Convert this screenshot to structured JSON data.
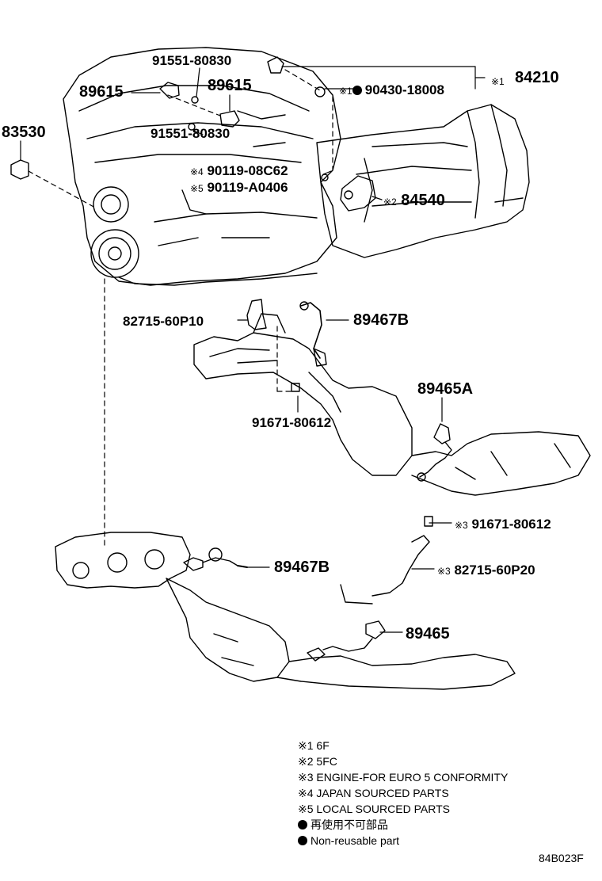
{
  "parts": {
    "p84210": "84210",
    "p90430": "90430-18008",
    "p90430_mark": "※1",
    "p84210_mark": "※1",
    "p91551a": "91551-80830",
    "p89615a": "89615",
    "p89615b": "89615",
    "p91551b": "91551-80830",
    "p83530": "83530",
    "p90119a": "90119-08C62",
    "p90119a_mark": "※4",
    "p90119b": "90119-A0406",
    "p90119b_mark": "※5",
    "p84540": "84540",
    "p84540_mark": "※2",
    "p82715a": "82715-60P10",
    "p89467b_top": "89467B",
    "p89465a": "89465A",
    "p91671a": "91671-80612",
    "p91671b": "91671-80612",
    "p91671b_mark": "※3",
    "p82715b": "82715-60P20",
    "p82715b_mark": "※3",
    "p89467b_bot": "89467B",
    "p89465": "89465"
  },
  "legend": {
    "n1": "※1  6F",
    "n2": "※2  5FC",
    "n3": "※3  ENGINE-FOR EURO 5 CONFORMITY",
    "n4": "※4  JAPAN SOURCED PARTS",
    "n5": "※5  LOCAL SOURCED PARTS",
    "n6": "再使用不可部品",
    "n7": "Non-reusable part"
  },
  "figure_id": "84B023F"
}
